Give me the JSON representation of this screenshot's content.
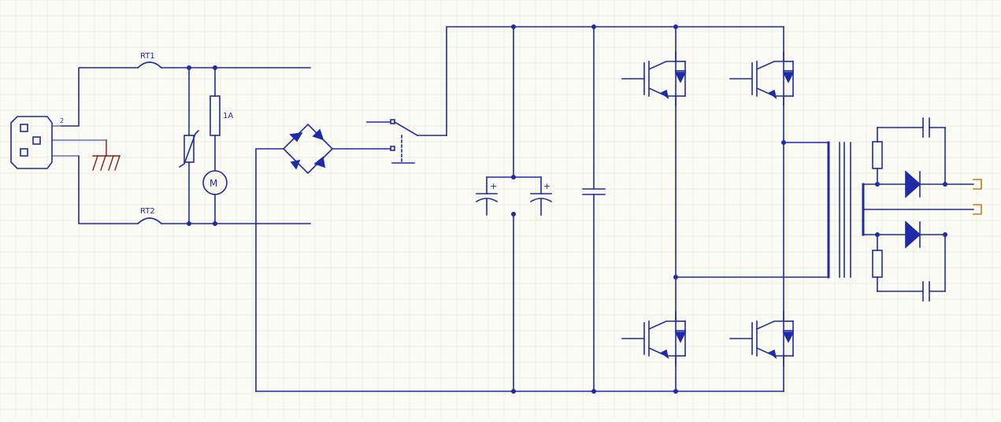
{
  "colors": {
    "wire": "#1e2aa6",
    "component": "#1e2aa6",
    "ground": "#8b1a1a",
    "terminal": "#c97a16",
    "grid": "#ececdf",
    "background": "#fbfbf6"
  },
  "labels": {
    "fuse_top": "RT1",
    "fuse_bottom": "RT2",
    "fuse_main": "1A",
    "motor": "M",
    "connector_pin": "2",
    "cap_plus_left": "+",
    "cap_plus_right": "+"
  }
}
